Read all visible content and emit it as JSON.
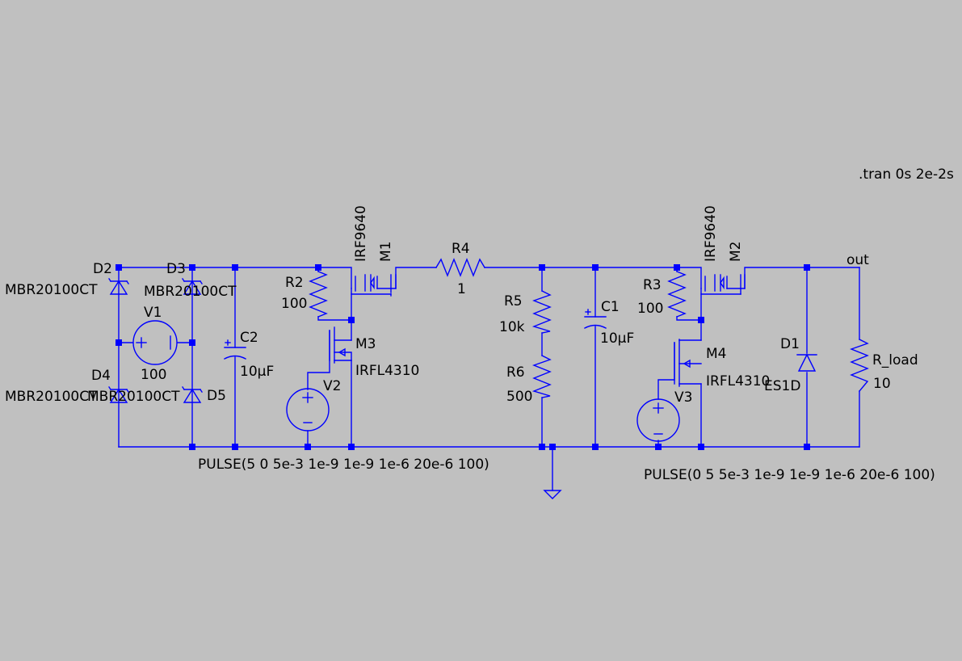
{
  "colors": {
    "background": "#c0c0c0",
    "wire": "#0000ff",
    "text": "#000000"
  },
  "directive": ".tran 0s 2e-2s",
  "net_out": "out",
  "components": {
    "D2": {
      "name": "D2",
      "model": "MBR20100CT"
    },
    "D3": {
      "name": "D3",
      "model": "MBR20100CT"
    },
    "D4": {
      "name": "D4",
      "model": "MBR20100CT"
    },
    "D5": {
      "name": "D5",
      "model": "MBR20100CT"
    },
    "V1": {
      "name": "V1",
      "value": "100"
    },
    "C2": {
      "name": "C2",
      "value": "10μF"
    },
    "R2": {
      "name": "R2",
      "value": "100"
    },
    "M1": {
      "name": "M1",
      "model": "IRF9640"
    },
    "M3": {
      "name": "M3",
      "model": "IRFL4310"
    },
    "V2": {
      "name": "V2",
      "value": "PULSE(5 0 5e-3 1e-9 1e-9 1e-6 20e-6 100)"
    },
    "R4": {
      "name": "R4",
      "value": "1"
    },
    "R5": {
      "name": "R5",
      "value": "10k"
    },
    "R6": {
      "name": "R6",
      "value": "500"
    },
    "C1": {
      "name": "C1",
      "value": "10μF"
    },
    "R3": {
      "name": "R3",
      "value": "100"
    },
    "M2": {
      "name": "M2",
      "model": "IRF9640"
    },
    "M4": {
      "name": "M4",
      "model": "IRFL4310"
    },
    "V3": {
      "name": "V3",
      "value": "PULSE(0 5 5e-3 1e-9 1e-9 1e-6 20e-6 100)"
    },
    "D1": {
      "name": "D1",
      "model": "ES1D"
    },
    "R_load": {
      "name": "R_load",
      "value": "10"
    }
  }
}
